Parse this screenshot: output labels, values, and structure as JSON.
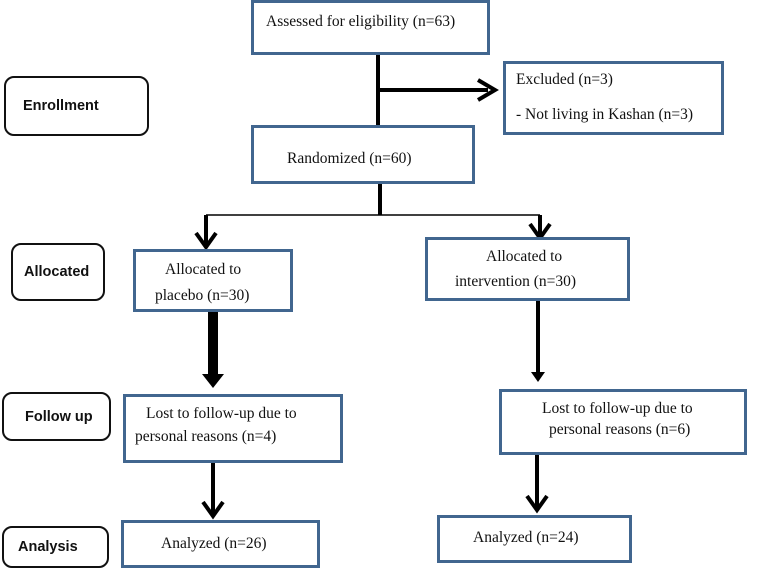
{
  "stages": {
    "enrollment": "Enrollment",
    "allocated": "Allocated",
    "follow_up": "Follow up",
    "analysis": "Analysis"
  },
  "boxes": {
    "assessed": "Assessed for eligibility (n=63)",
    "excluded_title": "Excluded (n=3)",
    "excluded_reason": "- Not living in Kashan (n=3)",
    "randomized": "Randomized (n=60)",
    "placebo_line1": "Allocated to",
    "placebo_line2": "placebo (n=30)",
    "intervention_line1": "Allocated to",
    "intervention_line2": "intervention (n=30)",
    "lost_placebo_line1": "Lost to follow-up due to",
    "lost_placebo_line2": "personal reasons (n=4)",
    "lost_intervention_line1": "Lost to follow-up due to",
    "lost_intervention_line2": "personal reasons (n=6)",
    "analyzed_placebo": "Analyzed (n=26)",
    "analyzed_intervention": "Analyzed (n=24)"
  },
  "colors": {
    "box_border": "#41668f",
    "stage_border": "#111111",
    "arrow": "#000000"
  }
}
